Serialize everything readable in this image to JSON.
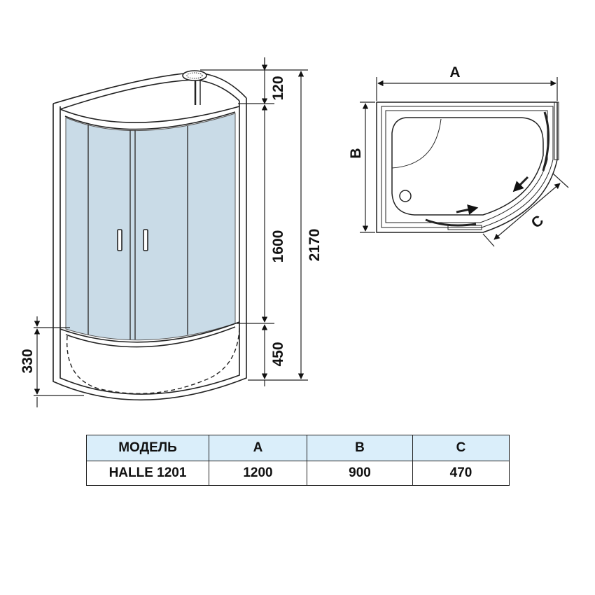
{
  "front_view": {
    "dims": {
      "top": "120",
      "middle": "1600",
      "bottom": "450",
      "total": "2170",
      "tray_depth": "330"
    },
    "colors": {
      "glass": "#c9dbe7",
      "line": "#222222",
      "inner_line": "#9aa6ae"
    }
  },
  "plan_view": {
    "labels": {
      "a": "A",
      "b": "B",
      "c": "C"
    }
  },
  "table": {
    "headers": [
      "МОДЕЛЬ",
      "A",
      "B",
      "C"
    ],
    "rows": [
      [
        "HALLE 1201",
        "1200",
        "900",
        "470"
      ]
    ],
    "header_color": "#daeefa"
  }
}
